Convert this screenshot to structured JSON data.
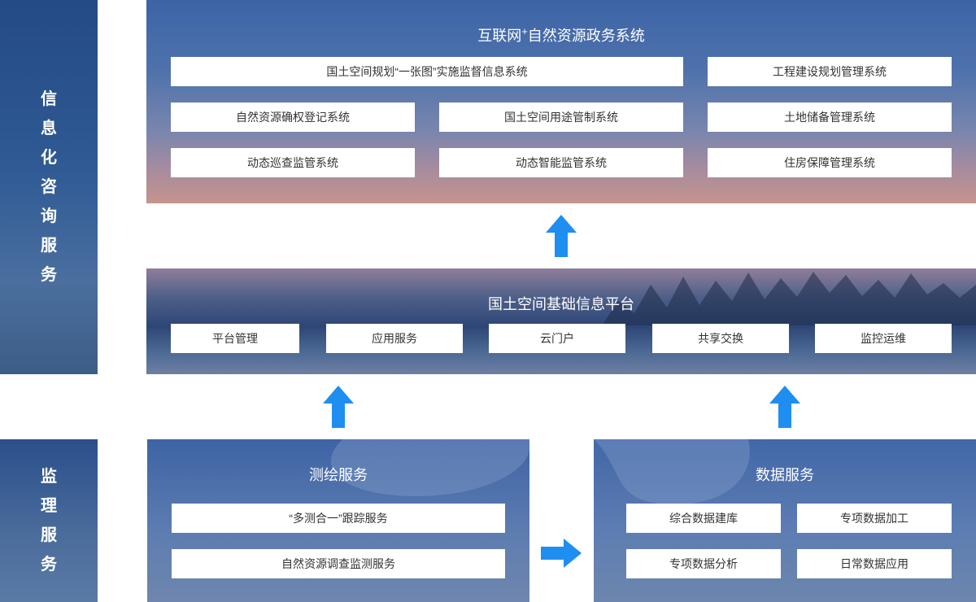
{
  "side_labels": {
    "top": [
      "信",
      "息",
      "化",
      "咨",
      "询",
      "服",
      "务"
    ],
    "bottom": [
      "监",
      "理",
      "服",
      "务"
    ]
  },
  "top_panel": {
    "title_prefix": "互联网",
    "title_sup": "+",
    "title_suffix": "自然资源政务系统",
    "items": [
      "国土空间规划“一张图”实施监督信息系统",
      "工程建设规划管理系统",
      "自然资源确权登记系统",
      "国土空间用途管制系统",
      "土地储备管理系统",
      "动态巡查监管系统",
      "动态智能监管系统",
      "住房保障管理系统"
    ]
  },
  "mid_panel": {
    "title": "国土空间基础信息平台",
    "items": [
      "平台管理",
      "应用服务",
      "云门户",
      "共享交换",
      "监控运维"
    ]
  },
  "bottom_left": {
    "title": "测绘服务",
    "items": [
      "“多测合一”跟踪服务",
      "自然资源调查监测服务"
    ]
  },
  "bottom_right": {
    "title": "数据服务",
    "items": [
      "综合数据建库",
      "专项数据加工",
      "专项数据分析",
      "日常数据应用"
    ]
  },
  "colors": {
    "arrow": "#1e8ef0",
    "panel_blue": "#3c64a6",
    "box_text": "#333333"
  }
}
